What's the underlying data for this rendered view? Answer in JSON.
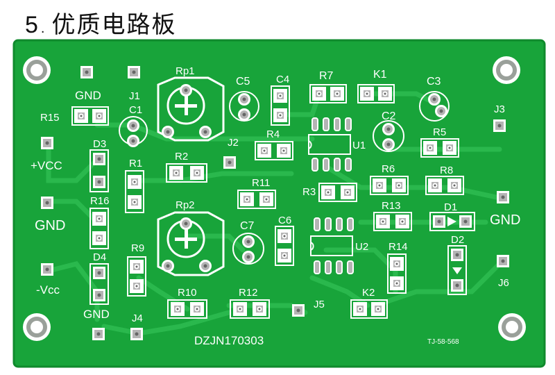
{
  "heading": {
    "number": "5",
    "separator": ".",
    "title": "优质电路板"
  },
  "board": {
    "id_text": "DZJN170303",
    "code_text": "TJ-58-568",
    "colors": {
      "board": "#18a43a",
      "board_edge": "#0f8a2c",
      "trace": "#2cbb50",
      "pad": "#b4b4b4",
      "silk": "#ffffff"
    },
    "silk_labels": {
      "gnd_top": "GND",
      "j1": "J1",
      "rp1": "Rp1",
      "c5": "C5",
      "c4": "C4",
      "r7": "R7",
      "k1": "K1",
      "c3": "C3",
      "r15": "R15",
      "c1": "C1",
      "plus_vcc": "+VCC",
      "d3": "D3",
      "r1": "R1",
      "r2": "R2",
      "j2": "J2",
      "r4": "R4",
      "c2": "C2",
      "u1": "U1",
      "r5": "R5",
      "j3": "J3",
      "gnd_left": "GND",
      "r16": "R16",
      "rp2": "Rp2",
      "r11": "R11",
      "r3": "R3",
      "r6": "R6",
      "r8": "R8",
      "r13": "R13",
      "d1": "D1",
      "gnd_right": "GND",
      "c7": "C7",
      "c6": "C6",
      "u2": "U2",
      "r14": "R14",
      "d2": "D2",
      "r9": "R9",
      "d4": "D4",
      "minus_vcc": "-Vcc",
      "j6": "J6",
      "r10": "R10",
      "r12": "R12",
      "j5": "J5",
      "k2": "K2",
      "gnd_bottom": "GND",
      "j4": "J4"
    }
  }
}
